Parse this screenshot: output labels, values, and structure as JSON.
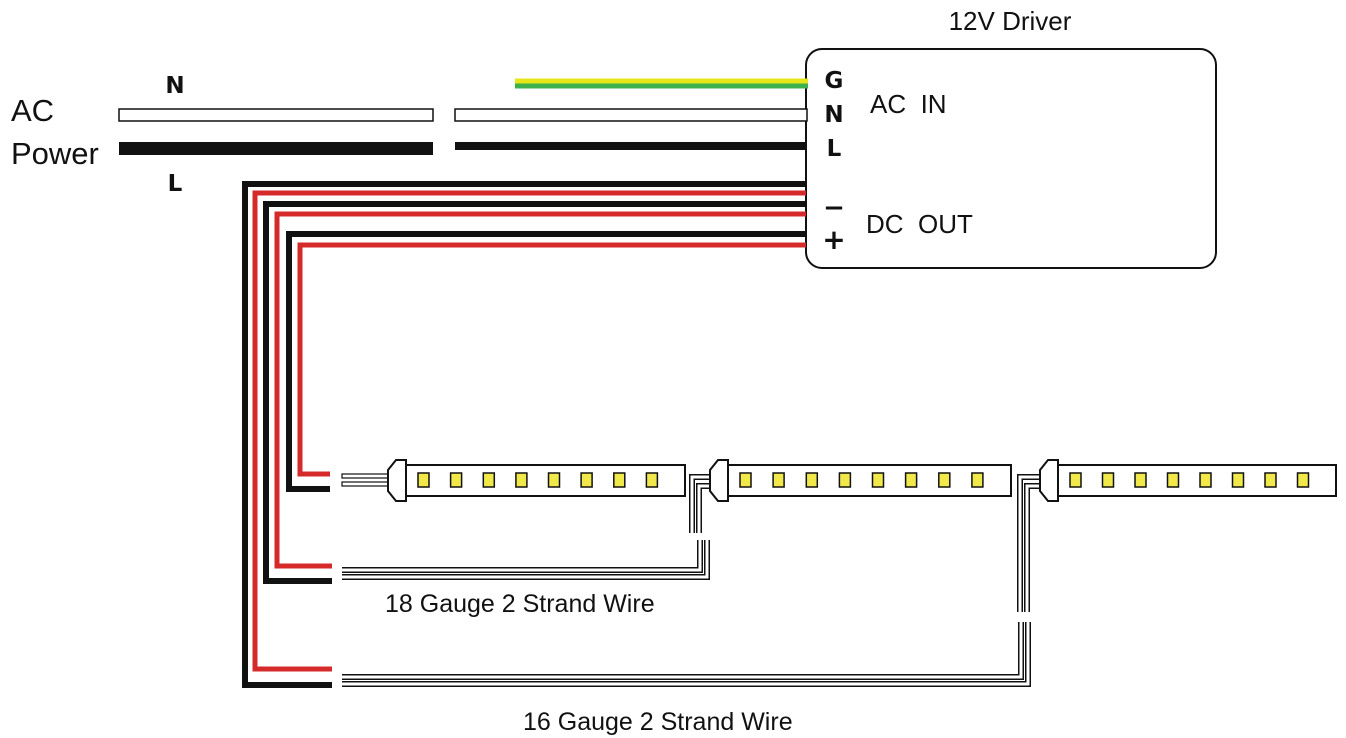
{
  "driver": {
    "title": "12V Driver",
    "terminals_ac": [
      "G",
      "N",
      "L"
    ],
    "ac_in_label": "AC  IN",
    "terminals_dc": [
      "−",
      "+"
    ],
    "dc_out_label": "DC  OUT"
  },
  "ac_power": {
    "label_line1": "AC",
    "label_line2": "Power",
    "neutral_label": "N",
    "line_label": "L"
  },
  "wires": {
    "label_18": "18 Gauge 2 Strand Wire",
    "label_16": "16 Gauge 2 Strand Wire"
  },
  "colors": {
    "ground_green": "#3cb04a",
    "ground_yellow": "#e6e619",
    "positive_red": "#d42a2a",
    "negative_black": "#111111",
    "led_yellow": "#f1e94a"
  },
  "led_strips": {
    "count": 3,
    "leds_per_strip": 8
  }
}
